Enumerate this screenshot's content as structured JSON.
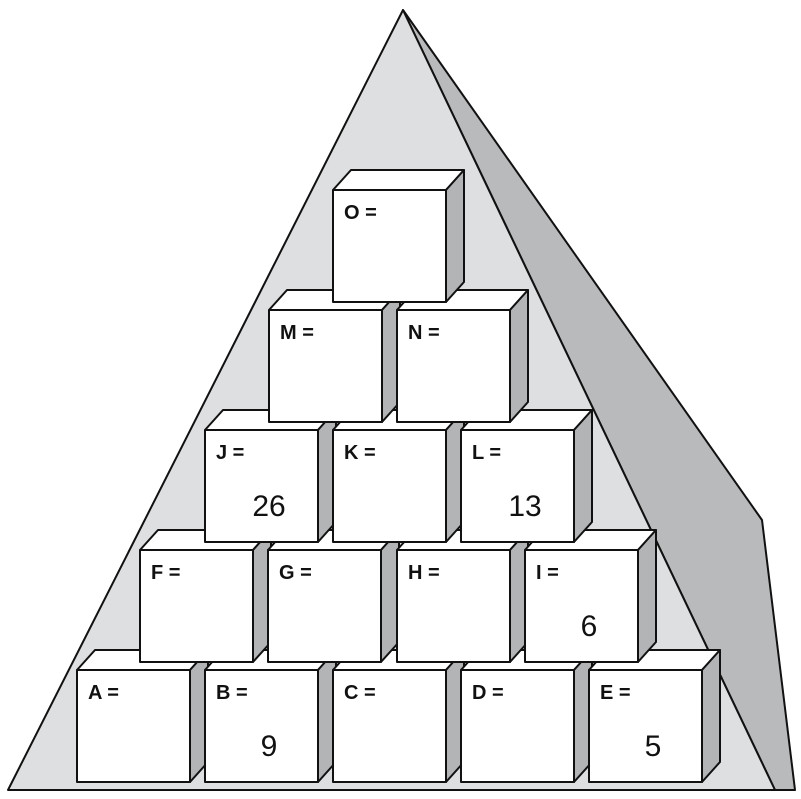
{
  "colors": {
    "pyramid_front": "#dedfe0",
    "pyramid_side": "#b9babc",
    "box_front": "#ffffff",
    "box_top": "#ffffff",
    "box_side": "#b3b4b6",
    "outline": "#111111"
  },
  "boxes": [
    {
      "id": "A",
      "label": "A =",
      "value": ""
    },
    {
      "id": "B",
      "label": "B =",
      "value": "9"
    },
    {
      "id": "C",
      "label": "C =",
      "value": ""
    },
    {
      "id": "D",
      "label": "D =",
      "value": ""
    },
    {
      "id": "E",
      "label": "E =",
      "value": "5"
    },
    {
      "id": "F",
      "label": "F =",
      "value": ""
    },
    {
      "id": "G",
      "label": "G =",
      "value": ""
    },
    {
      "id": "H",
      "label": "H =",
      "value": ""
    },
    {
      "id": "I",
      "label": "I =",
      "value": "6"
    },
    {
      "id": "J",
      "label": "J =",
      "value": "26"
    },
    {
      "id": "K",
      "label": "K =",
      "value": ""
    },
    {
      "id": "L",
      "label": "L =",
      "value": "13"
    },
    {
      "id": "M",
      "label": "M =",
      "value": ""
    },
    {
      "id": "N",
      "label": "N =",
      "value": ""
    },
    {
      "id": "O",
      "label": "O =",
      "value": ""
    }
  ]
}
